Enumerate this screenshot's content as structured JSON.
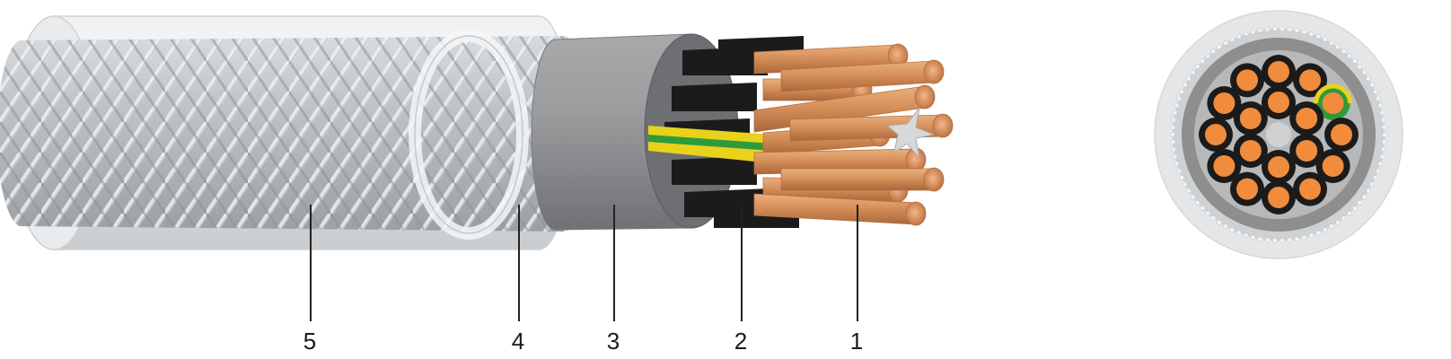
{
  "diagram": {
    "callouts": [
      {
        "id": "1",
        "text": "1"
      },
      {
        "id": "2",
        "text": "2"
      },
      {
        "id": "3",
        "text": "3"
      },
      {
        "id": "4",
        "text": "4"
      },
      {
        "id": "5",
        "text": "5"
      }
    ],
    "cross_section": {
      "core_count": 18,
      "earth_core_count": 1
    },
    "colors": {
      "copper": "#d9935e",
      "copper_dark": "#b8703f",
      "core_insulation": "#1b1b1b",
      "earth_green": "#2f9a3a",
      "earth_yellow": "#e8d21c",
      "inner_sheath": "#8e8e8e",
      "outer_jacket": "#e4e6e7",
      "braid": "#c7ccd0",
      "cross_section_core": "#f08c3c"
    }
  }
}
